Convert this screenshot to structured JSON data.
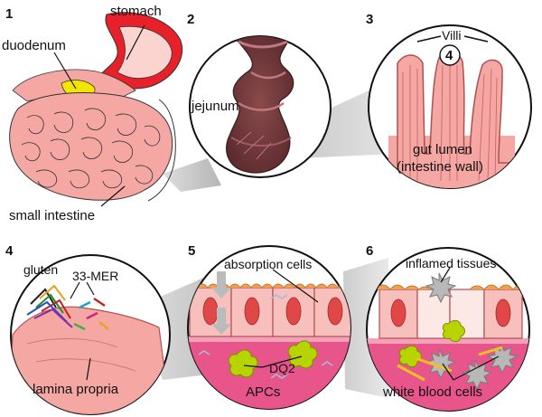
{
  "panels": [
    {
      "number": "1",
      "labels": {
        "stomach": "stomach",
        "duodenum": "duodenum",
        "small_intestine": "small intestine"
      }
    },
    {
      "number": "2",
      "labels": {
        "jejunum": "jejunum"
      }
    },
    {
      "number": "3",
      "labels": {
        "villi": "Villi",
        "inset": "4",
        "gut_lumen_1": "gut lumen",
        "gut_lumen_2": "(intestine wall)"
      }
    },
    {
      "number": "4",
      "labels": {
        "gluten": "gluten",
        "mer": "33-MER",
        "lamina_propria": "lamina propria"
      }
    },
    {
      "number": "5",
      "labels": {
        "absorption": "absorption cells",
        "dq2": "DQ2",
        "apcs": "APCs"
      }
    },
    {
      "number": "6",
      "labels": {
        "inflamed": "inflamed tissues",
        "white_blood": "white blood cells"
      }
    }
  ],
  "colors": {
    "tissue_pink": "#f4a7a3",
    "tissue_light": "#fbd3cf",
    "stomach_red": "#e8202a",
    "duodenum_yellow": "#f2e600",
    "lamina_magenta": "#e8558a",
    "nucleus_red": "#e04848",
    "brush_orange": "#f0a050",
    "dq2_green": "#b8d400",
    "wbc_gray": "#b0b0b0",
    "funnel_gray": "#c8c8c8"
  }
}
